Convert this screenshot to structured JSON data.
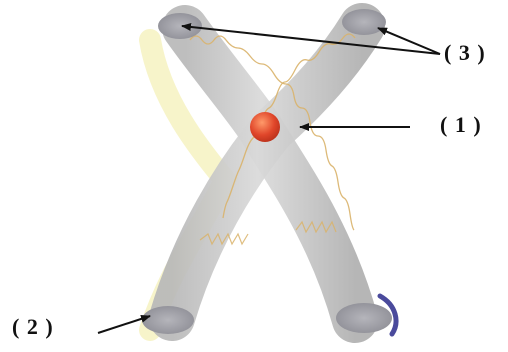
{
  "labels": {
    "one": "( 1 )",
    "two": "( 2 )",
    "three": "( 3 )"
  },
  "colors": {
    "chromatid": "#c9c9c9",
    "chromatid_edge": "#a9a9a9",
    "centromere": "#e0462a",
    "fiber": "#d9b36a",
    "halo": "#f3efb0",
    "telomere": "#9a9aa0",
    "telomere_dark": "#4a4a9c",
    "arrow": "#111111"
  }
}
